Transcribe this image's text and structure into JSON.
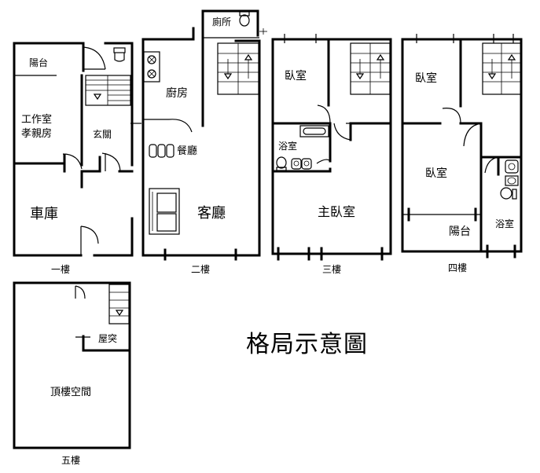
{
  "title": "格局示意圖",
  "floors": [
    {
      "name": "一樓",
      "rooms": {
        "balcony": "陽台",
        "study": "工作室",
        "elder_room": "孝親房",
        "foyer": "玄關",
        "garage": "車庫"
      }
    },
    {
      "name": "二樓",
      "rooms": {
        "toilet": "廁所",
        "kitchen": "廚房",
        "dining": "餐廳",
        "living": "客廳"
      }
    },
    {
      "name": "三樓",
      "rooms": {
        "bedroom": "臥室",
        "bathroom": "浴室",
        "master_bedroom": "主臥室"
      }
    },
    {
      "name": "四樓",
      "rooms": {
        "bedroom_top": "臥室",
        "bedroom_mid": "臥室",
        "balcony": "陽台",
        "bathroom": "浴室"
      }
    },
    {
      "name": "五樓",
      "rooms": {
        "roof_protrusion": "屋突",
        "rooftop_space": "頂樓空間"
      }
    }
  ],
  "icons": [
    "toilet-icon",
    "stairs-icon",
    "stove-icon",
    "dining-table-icon",
    "sofa-icon",
    "bathtub-icon",
    "sink-icon",
    "door-swing-icon"
  ]
}
